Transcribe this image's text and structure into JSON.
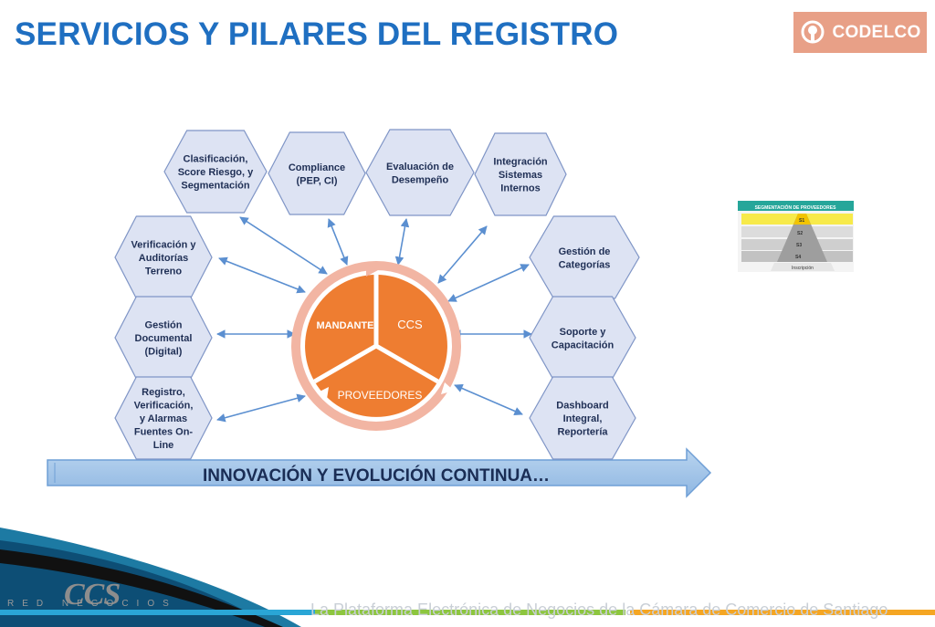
{
  "header": {
    "title": "SERVICIOS Y PILARES DEL REGISTRO",
    "logo_text": "CODELCO"
  },
  "center": {
    "segments": [
      "MANDANTE",
      "CCS",
      "PROVEEDORES"
    ]
  },
  "hexagons": [
    {
      "id": "clasificacion",
      "lines": [
        "Clasificación,",
        "Score Riesgo, y",
        "Segmentación"
      ]
    },
    {
      "id": "compliance",
      "lines": [
        "Compliance",
        "(PEP, CI)"
      ]
    },
    {
      "id": "evaluacion",
      "lines": [
        "Evaluación de",
        "Desempeño"
      ]
    },
    {
      "id": "integracion",
      "lines": [
        "Integración",
        "Sistemas",
        "Internos"
      ]
    },
    {
      "id": "verificacion",
      "lines": [
        "Verificación y",
        "Auditorías",
        "Terreno"
      ]
    },
    {
      "id": "gestion-documental",
      "lines": [
        "Gestión",
        "Documental",
        "(Digital)"
      ]
    },
    {
      "id": "registro",
      "lines": [
        "Registro,",
        "Verificación,",
        "y Alarmas",
        "Fuentes On-",
        "Line"
      ]
    },
    {
      "id": "gestion-categorias",
      "lines": [
        "Gestión de",
        "Categorías"
      ]
    },
    {
      "id": "soporte",
      "lines": [
        "Soporte y",
        "Capacitación"
      ]
    },
    {
      "id": "dashboard",
      "lines": [
        "Dashboard",
        "Integral,",
        "Reportería"
      ]
    }
  ],
  "banner": {
    "text": "INNOVACIÓN Y EVOLUCIÓN CONTINUA…"
  },
  "thumbnail": {
    "title": "SEGMENTACIÓN DE PROVEEDORES",
    "levels": [
      "S1",
      "S2",
      "S3",
      "S4"
    ],
    "base": "Inscripción"
  },
  "footer": {
    "text": "La Plataforma Electrónica de Negocios de la Cámara de Comercio de Santiago",
    "brand": "CCS",
    "brand_sub": "RED NEGOCIOS"
  },
  "colors": {
    "title": "#1f6fc1",
    "hex_fill": "#dde3f3",
    "hex_stroke": "#7f95c6",
    "orange": "#ee7d31",
    "ring": "#f2b5a3",
    "banner": "#9dc3e6",
    "arrow": "#5b8fd0"
  }
}
